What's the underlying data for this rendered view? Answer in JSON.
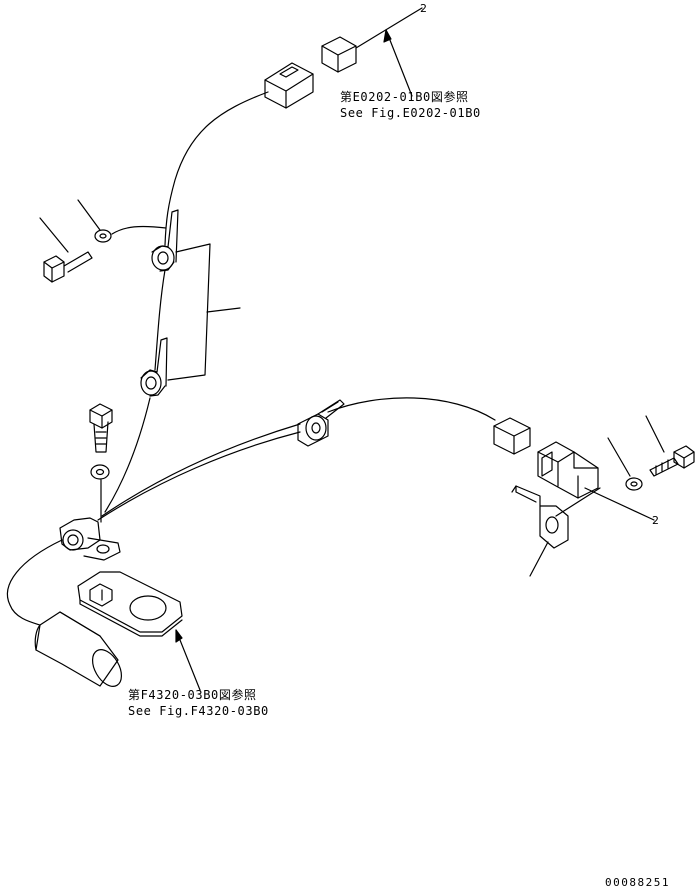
{
  "references": {
    "top_ja": "第E0202-01B0図参照",
    "top_en": "See Fig.E0202-01B0",
    "bottom_ja": "第F4320-03B0図参照",
    "bottom_en": "See Fig.F4320-03B0"
  },
  "callouts": {
    "top_connector_ref": "2",
    "right_connector_ref": "2"
  },
  "drawing_number": "00088251",
  "colors": {
    "line": "#000000",
    "background": "#ffffff"
  }
}
